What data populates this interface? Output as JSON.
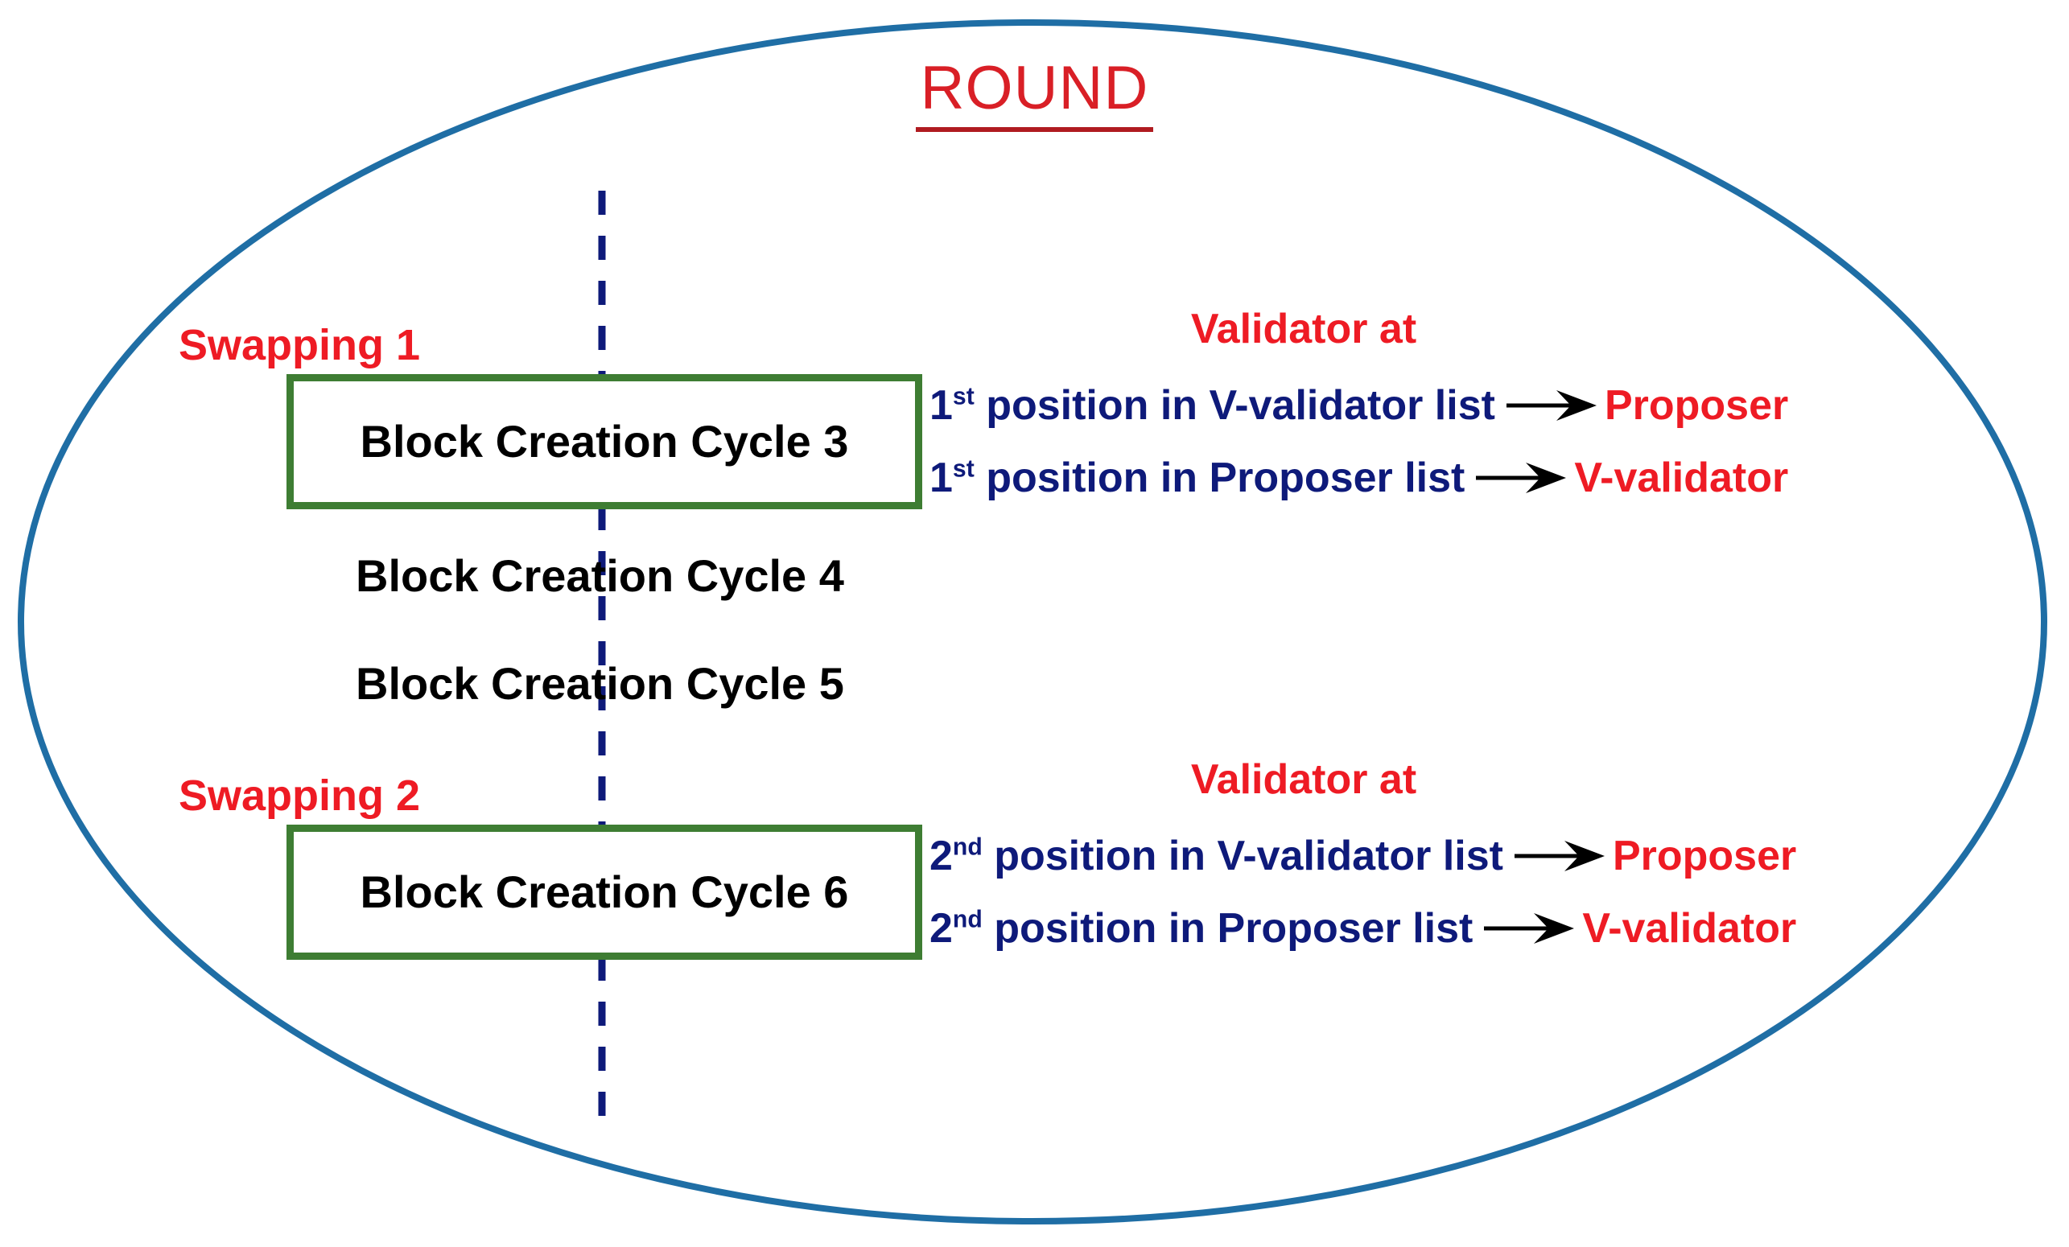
{
  "title": {
    "text": "ROUND",
    "color": "#d91f26"
  },
  "ellipse": {
    "stroke_color": "#1f6ea5"
  },
  "divider": {
    "name": "vertical-dashed-divider",
    "color": "#0e1a7a"
  },
  "groups": [
    {
      "swap_label": "Swapping 1",
      "boxed_cycle": "Block Creation Cycle 3",
      "validator_heading": "Validator at",
      "rules": [
        {
          "ordinal": "1",
          "ordinal_suffix": "st",
          "source": " position in V-validator list",
          "arrow": "arrow-right-icon",
          "target": "Proposer"
        },
        {
          "ordinal": "1",
          "ordinal_suffix": "st",
          "source": " position in Proposer list",
          "arrow": "arrow-right-icon",
          "target": "V-validator"
        }
      ]
    },
    {
      "swap_label": "Swapping 2",
      "boxed_cycle": "Block Creation Cycle 6",
      "validator_heading": "Validator at",
      "rules": [
        {
          "ordinal": "2",
          "ordinal_suffix": "nd",
          "source": " position in V-validator list",
          "arrow": "arrow-right-icon",
          "target": "Proposer"
        },
        {
          "ordinal": "2",
          "ordinal_suffix": "nd",
          "source": " position in Proposer list",
          "arrow": "arrow-right-icon",
          "target": "V-validator"
        }
      ]
    }
  ],
  "plain_cycles": [
    "Block Creation Cycle 4",
    "Block Creation Cycle 5"
  ],
  "colors": {
    "red": "#ee1b24",
    "navy": "#0e1a7a",
    "green_box": "#3e7d33",
    "ellipse_blue": "#1f6ea5",
    "black": "#000000"
  }
}
